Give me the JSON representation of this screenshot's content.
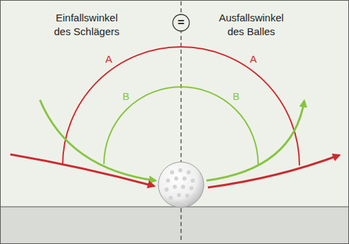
{
  "diagram": {
    "nodes": [
      {
        "text": [
          "="
        ]
      }
    ],
    "labels": [
      "Einfallswinkel des Schlägers",
      "Ausfallswinkel des Balles",
      "A",
      "A",
      "B",
      "B"
    ]
  }
}
